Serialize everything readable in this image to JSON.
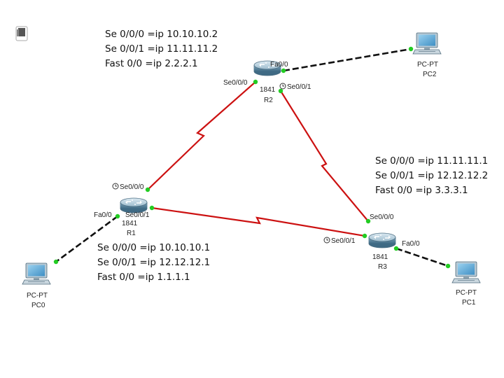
{
  "notes": {
    "r2": [
      "Se 0/0/0 =ip 10.10.10.2",
      "Se 0/0/1 =ip 11.11.11.2",
      "Fast 0/0 =ip 2.2.2.1"
    ],
    "r3": [
      "Se 0/0/0 =ip 11.11.11.1",
      "Se 0/0/1 =ip 12.12.12.2",
      "Fast 0/0 =ip 3.3.3.1"
    ],
    "r1": [
      "Se 0/0/0 =ip 10.10.10.1",
      "Se 0/0/1 =ip 12.12.12.1",
      "Fast 0/0 =ip 1.1.1.1"
    ]
  },
  "routers": {
    "r1": {
      "model": "1841",
      "name": "R1",
      "fa": "Fa0/0",
      "se0": "Se0/0/0",
      "se1": "Se0/0/1"
    },
    "r2": {
      "model": "1841",
      "name": "R2",
      "fa": "Fa0/0",
      "se0": "Se0/0/0",
      "se1": "Se0/0/1"
    },
    "r3": {
      "model": "1841",
      "name": "R3",
      "fa": "Fa0/0",
      "se0": "Se0/0/0",
      "se1": "Se0/0/1"
    }
  },
  "pcs": {
    "pc0": {
      "type": "PC-PT",
      "name": "PC0"
    },
    "pc1": {
      "type": "PC-PT",
      "name": "PC1"
    },
    "pc2": {
      "type": "PC-PT",
      "name": "PC2"
    }
  },
  "colors": {
    "serial": "#cc1111",
    "ethernet": "#111111",
    "port": "#22cc22",
    "router": "#5f8fa8"
  }
}
